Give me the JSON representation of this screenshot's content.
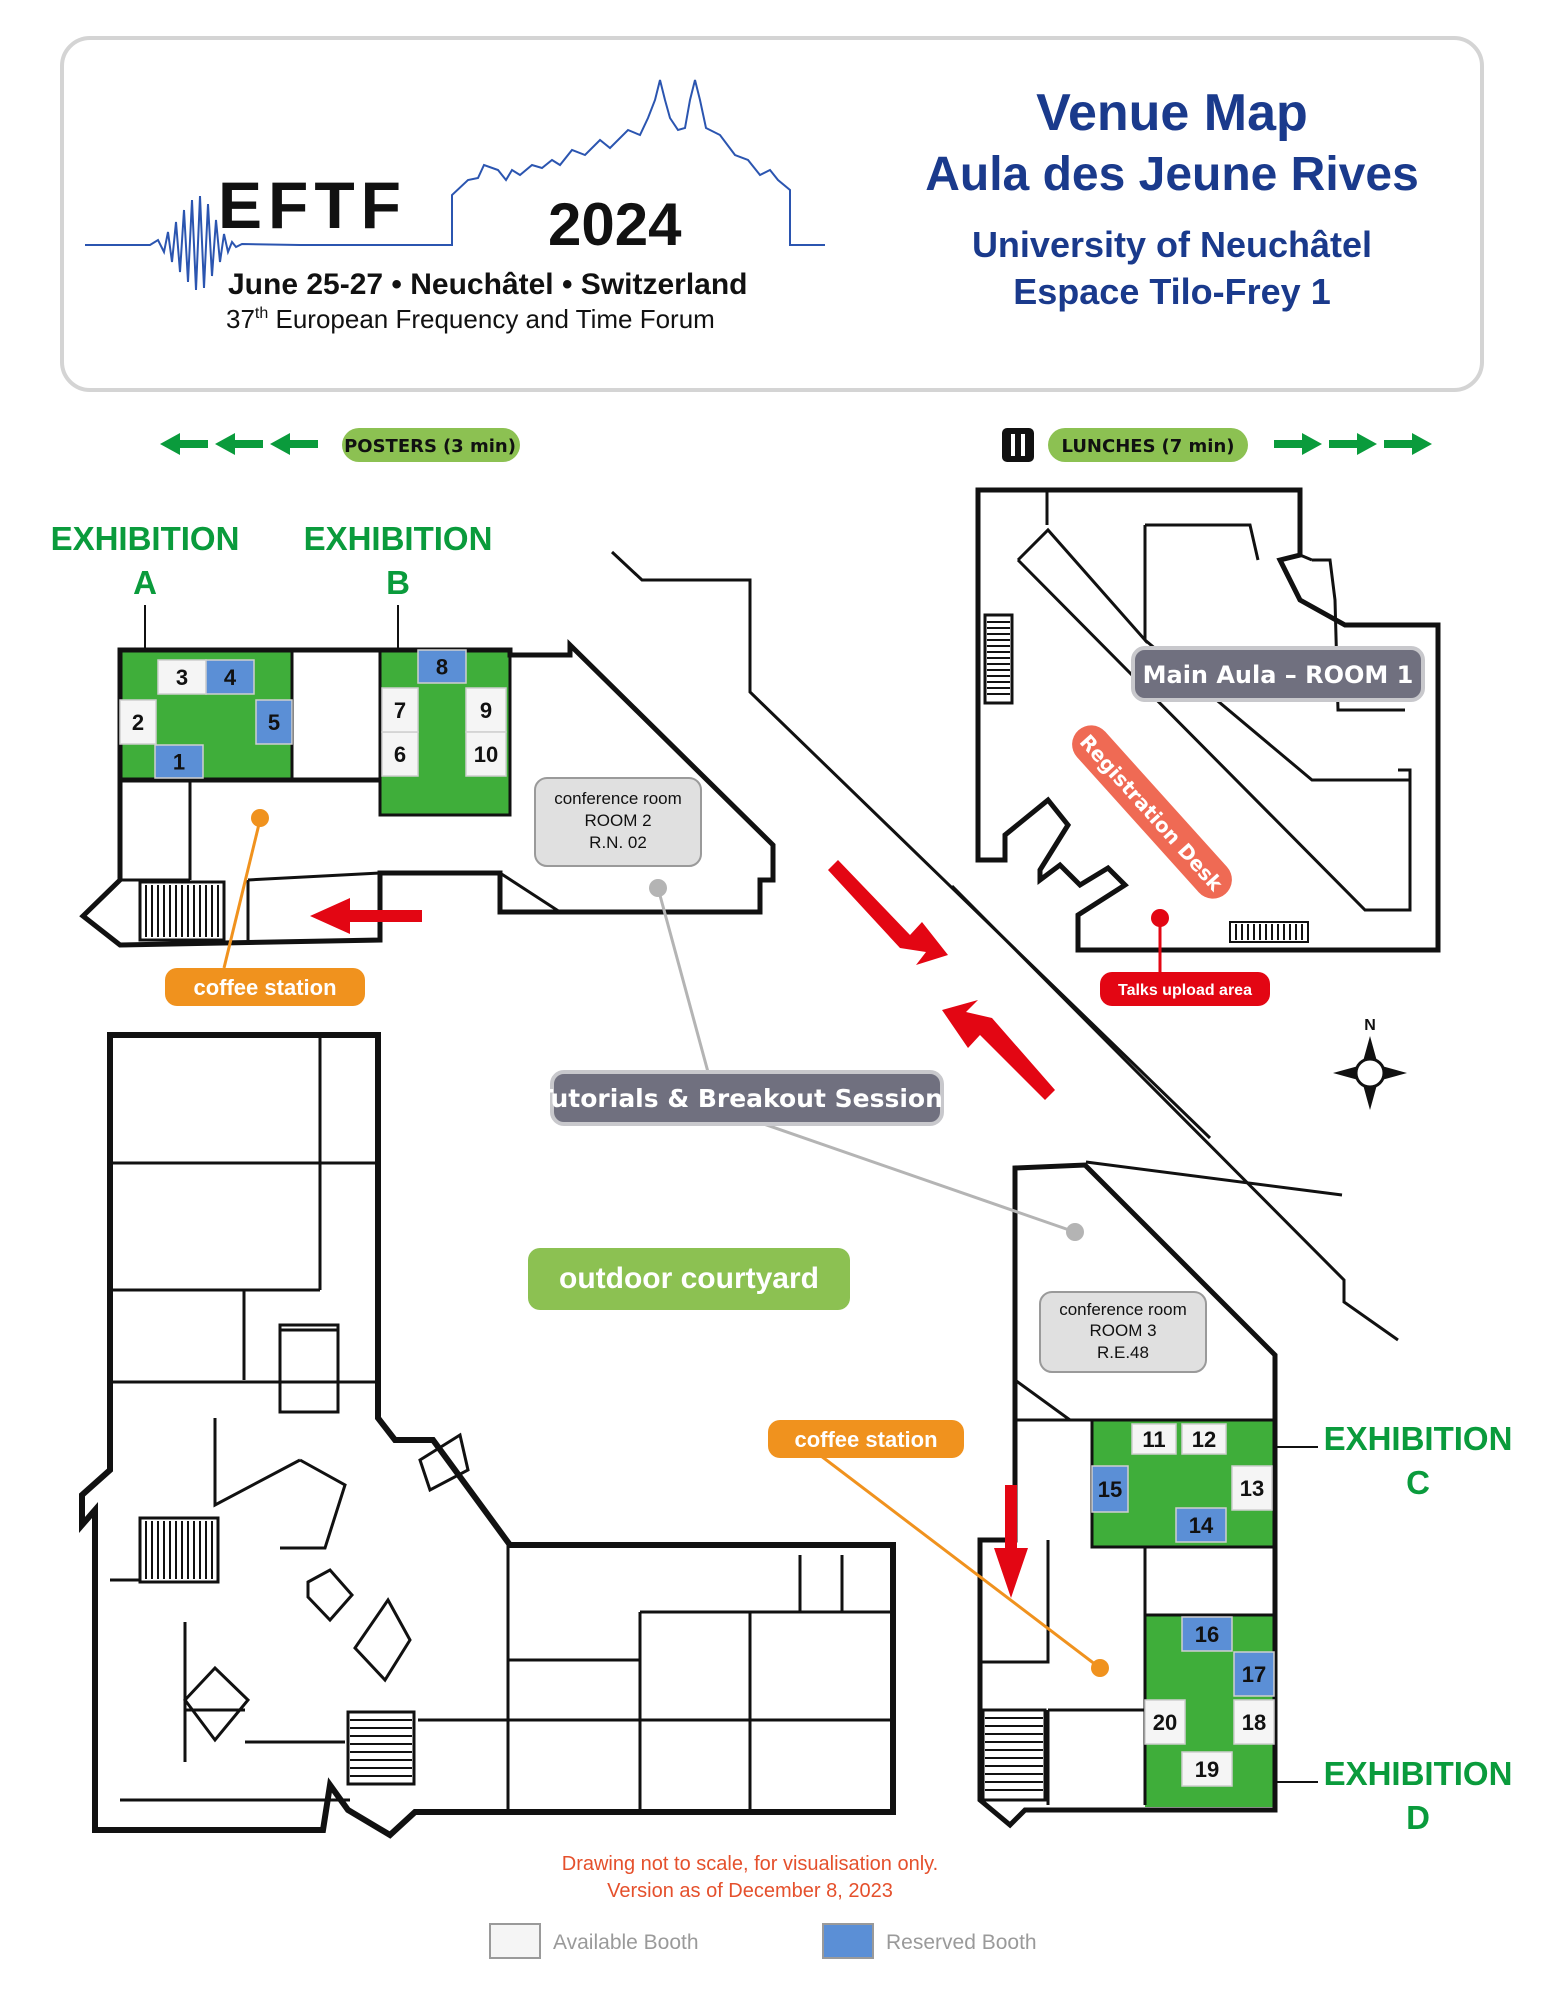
{
  "header": {
    "logo": {
      "wordmark": "EFTF",
      "year": "2024",
      "dates": "June 25-27 • Neuchâtel • Switzerland",
      "forum_prefix": "37",
      "forum_sup": "th",
      "forum_rest": " European Frequency and Time Forum"
    },
    "title_line1": "Venue Map",
    "title_line2": "Aula des Jeune Rives",
    "subtitle_line1": "University of Neuchâtel",
    "subtitle_line2": "Espace Tilo-Frey 1"
  },
  "directions": {
    "posters": {
      "label": "POSTERS",
      "time": "(3 min)"
    },
    "lunches": {
      "label": "LUNCHES",
      "time": "(7 min)",
      "icon": "cutlery-icon"
    }
  },
  "rooms": {
    "main_aula": "Main Aula – ROOM 1",
    "registration": "Registration Desk",
    "talks_upload": "Talks upload area",
    "room2": {
      "line1": "conference room",
      "line2": "ROOM 2",
      "line3": "R.N. 02"
    },
    "room3": {
      "line1": "conference room",
      "line2": "ROOM 3",
      "line3": "R.E.48"
    },
    "tutorials": "Tutorials & Breakout Sessions",
    "courtyard": "outdoor courtyard",
    "coffee": "coffee station"
  },
  "exhibitions": {
    "a": {
      "line1": "EXHIBITION",
      "line2": "A"
    },
    "b": {
      "line1": "EXHIBITION",
      "line2": "B"
    },
    "c": {
      "line1": "EXHIBITION",
      "line2": "C"
    },
    "d": {
      "line1": "EXHIBITION",
      "line2": "D"
    }
  },
  "booths": [
    {
      "id": "1",
      "status": "reserved"
    },
    {
      "id": "2",
      "status": "available"
    },
    {
      "id": "3",
      "status": "available"
    },
    {
      "id": "4",
      "status": "reserved"
    },
    {
      "id": "5",
      "status": "reserved"
    },
    {
      "id": "6",
      "status": "available"
    },
    {
      "id": "7",
      "status": "available"
    },
    {
      "id": "8",
      "status": "reserved"
    },
    {
      "id": "9",
      "status": "available"
    },
    {
      "id": "10",
      "status": "available"
    },
    {
      "id": "11",
      "status": "available"
    },
    {
      "id": "12",
      "status": "available"
    },
    {
      "id": "13",
      "status": "available"
    },
    {
      "id": "14",
      "status": "reserved"
    },
    {
      "id": "15",
      "status": "reserved"
    },
    {
      "id": "16",
      "status": "reserved"
    },
    {
      "id": "17",
      "status": "reserved"
    },
    {
      "id": "18",
      "status": "available"
    },
    {
      "id": "19",
      "status": "available"
    },
    {
      "id": "20",
      "status": "available"
    }
  ],
  "compass": "N",
  "footer": {
    "note_line1": "Drawing not to scale, for visualisation only.",
    "note_line2": "Version as of December 8, 2023",
    "legend_available": "Available Booth",
    "legend_reserved": "Reserved Booth"
  },
  "colors": {
    "navy": "#1a3a8c",
    "exhibit_green": "#0a9b3c",
    "booth_area_green": "#3fae3a",
    "label_green": "#8cc152",
    "reserved_blue": "#5b8fd6",
    "available_fill": "#f5f5f5",
    "orange": "#f0921e",
    "red": "#e30613",
    "salmon": "#ef6a54",
    "gray_badge": "#70707f",
    "footer_red": "#e5502c"
  }
}
